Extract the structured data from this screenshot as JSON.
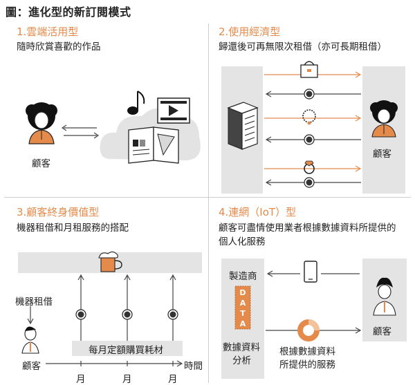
{
  "title": "圖：進化型的新訂閱模式",
  "q1": {
    "title": "1.雲端活用型",
    "subtitle": "隨時欣賞喜歡的作品",
    "customer": "顧客"
  },
  "q2": {
    "title": "2.使用經濟型",
    "subtitle": "歸還後可再無限次租借（亦可長期租借）",
    "customer": "顧客"
  },
  "q3": {
    "title": "3.顧客終身價值型",
    "subtitle": "機器租借和月租服務的搭配",
    "rental": "機器租借",
    "customer": "顧客",
    "consumables": "每月定額購買耗材",
    "time": "時間",
    "months": [
      "月",
      "月",
      "月"
    ]
  },
  "q4": {
    "title": "4.連網（IoT）型",
    "subtitle_line1": "顧客可盡情使用業者根據數據資料所提供的",
    "subtitle_line2": "個人化服務",
    "maker": "製造商",
    "data_letters": [
      "D",
      "A",
      "T",
      "A"
    ],
    "analysis_line1": "數據資料",
    "analysis_line2": "分析",
    "service_line1": "根據數據資料",
    "service_line2": "所提供的服務",
    "customer": "顧客"
  },
  "colors": {
    "accent": "#e48a4a",
    "grey_box": "#e4e4e4",
    "line": "#555555"
  },
  "icons": [
    "music-note-icon",
    "video-player-icon",
    "magazine-icon",
    "cloud-icon",
    "server-icon",
    "handbag-icon",
    "necklace-icon",
    "ring-icon",
    "coin-icon",
    "beer-mug-icon",
    "smartphone-icon",
    "donut-chart-icon"
  ]
}
